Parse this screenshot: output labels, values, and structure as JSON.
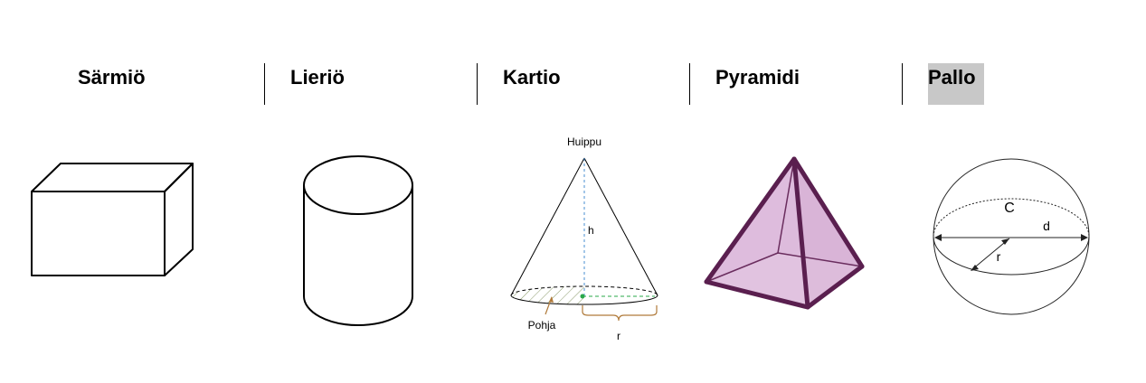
{
  "columns": [
    {
      "id": "sarmio",
      "title": "Särmiö",
      "highlighted": false
    },
    {
      "id": "lierio",
      "title": "Lieriö",
      "highlighted": false
    },
    {
      "id": "kartio",
      "title": "Kartio",
      "highlighted": false
    },
    {
      "id": "pyramidi",
      "title": "Pyramidi",
      "highlighted": false
    },
    {
      "id": "pallo",
      "title": "Pallo",
      "highlighted": true
    }
  ],
  "cone_labels": {
    "apex": "Huippu",
    "height": "h",
    "base": "Pohja",
    "radius": "r"
  },
  "sphere_labels": {
    "circumference": "C",
    "diameter": "d",
    "radius": "r"
  },
  "colors": {
    "highlight": "#c8c8c8",
    "pyramid_stroke": "#5a1f4f",
    "pyramid_fill": "#e6c8e4",
    "cone_height_line": "#4a8fd1",
    "cone_radius_line": "#2aa84a",
    "cone_brace": "#b07a3a"
  }
}
